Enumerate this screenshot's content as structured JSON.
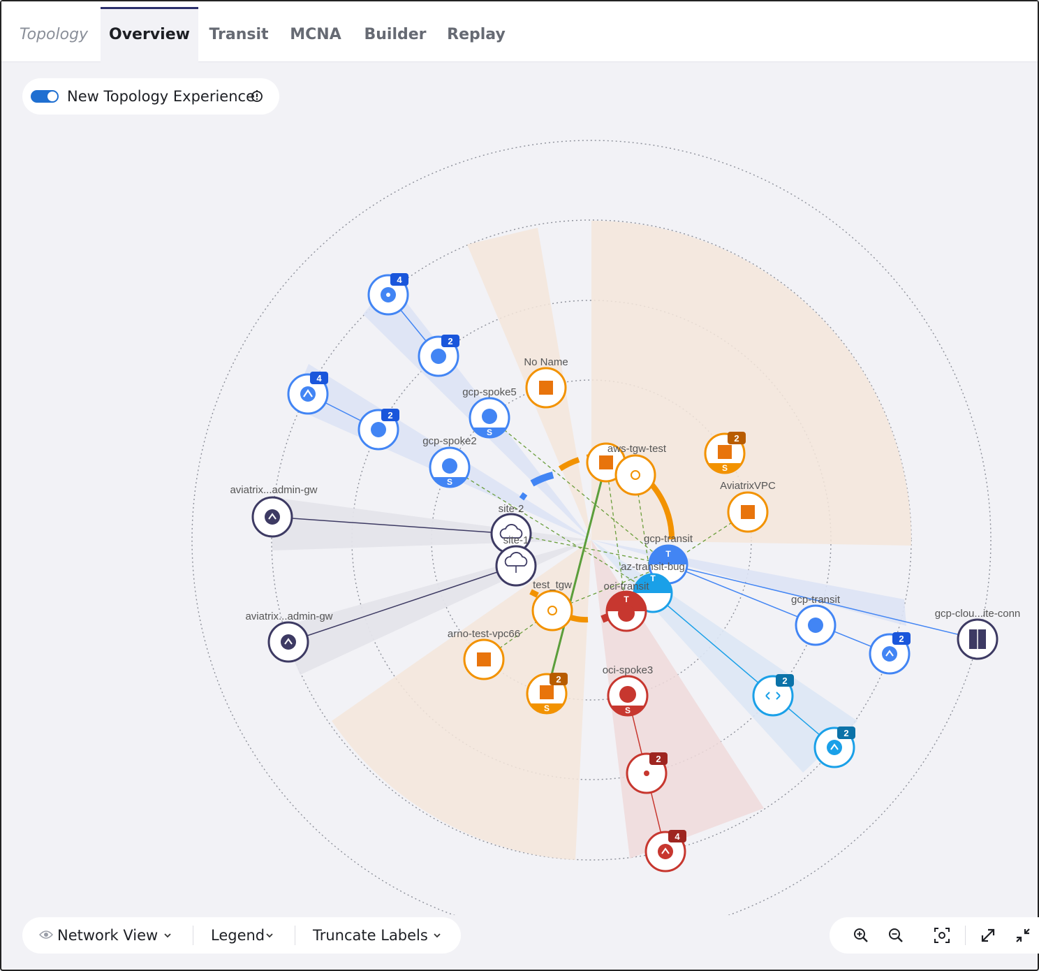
{
  "tabs": {
    "title": "Topology",
    "items": [
      "Overview",
      "Transit",
      "MCNA",
      "Builder",
      "Replay"
    ],
    "active": "Overview"
  },
  "toggle": {
    "label": "New Topology Experience",
    "enabled": true
  },
  "bottom": {
    "network_view": "Network View",
    "legend": "Legend",
    "truncate": "Truncate Labels"
  },
  "zoom_controls": [
    "zoom-in-icon",
    "zoom-out-icon",
    "fit-view-icon",
    "expand-icon",
    "collapse-icon"
  ],
  "colors": {
    "gcp": "#4285f4",
    "aws": "#f29200",
    "oci": "#c7372f",
    "azure": "#1aa0e8",
    "site": "#3d3a63",
    "accent": "#1f6fd1"
  },
  "nodes": {
    "gcp_top_4": {
      "label": "",
      "badge": "4"
    },
    "gcp_top_2": {
      "label": "",
      "badge": "2"
    },
    "gcp_spoke5": {
      "label": "gcp-spoke5",
      "badge": "",
      "s": "S"
    },
    "gcp_left_4": {
      "label": "",
      "badge": "4"
    },
    "gcp_left_2": {
      "label": "",
      "badge": "2"
    },
    "gcp_spoke2": {
      "label": "gcp-spoke2",
      "badge": "",
      "s": "S"
    },
    "no_name": {
      "label": "No Name"
    },
    "aws_tgw_test": {
      "label": "aws-tgw-test"
    },
    "aws_badge2_right": {
      "label": "",
      "badge": "2",
      "s": "S"
    },
    "aviatrix_vpc": {
      "label": "AviatrixVPC"
    },
    "admin_gw_1": {
      "label": "aviatrix...admin-gw"
    },
    "admin_gw_2": {
      "label": "aviatrix...admin-gw"
    },
    "site2": {
      "label": "site-2"
    },
    "site1": {
      "label": "site-1"
    },
    "gcp_transit_center": {
      "label": "gcp-transit"
    },
    "az_transit_bug": {
      "label": "az-transit-bug"
    },
    "oci_transit": {
      "label": "oci-transit"
    },
    "test_tgw": {
      "label": "test_tgw"
    },
    "arno_test": {
      "label": "arno-test-vpc66"
    },
    "aws_bottom_2": {
      "label": "",
      "badge": "2",
      "s": "S"
    },
    "oci_spoke3": {
      "label": "oci-spoke3",
      "s": "S"
    },
    "oci_2": {
      "label": "",
      "badge": "2"
    },
    "oci_4": {
      "label": "",
      "badge": "4"
    },
    "gcp_transit_right": {
      "label": "gcp-transit"
    },
    "gcp_right_2": {
      "label": "",
      "badge": "2"
    },
    "gcp_cloud_conn": {
      "label": "gcp-clou...ite-conn"
    },
    "az_right_2": {
      "label": "",
      "badge": "2"
    },
    "az_right_2b": {
      "label": "",
      "badge": "2"
    },
    "t_marker": "T"
  }
}
